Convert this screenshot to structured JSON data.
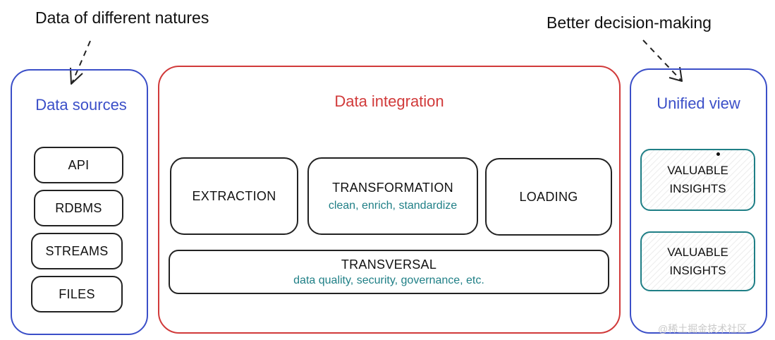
{
  "captions": {
    "left": "Data of different natures",
    "right": "Better decision-making"
  },
  "sources": {
    "title": "Data sources",
    "items": [
      "API",
      "RDBMS",
      "STREAMS",
      "FILES"
    ]
  },
  "integration": {
    "title": "Data integration",
    "extraction": "EXTRACTION",
    "transformation": "TRANSFORMATION",
    "transformation_sub": "clean, enrich,  standardize",
    "loading": "LOADING",
    "transversal": "TRANSVERSAL",
    "transversal_sub": "data quality, security, governance, etc."
  },
  "unified": {
    "title": "Unified view",
    "insights": [
      "VALUABLE INSIGHTS",
      "VALUABLE INSIGHTS"
    ]
  },
  "watermark": "@稀土掘金技术社区",
  "colors": {
    "blue": "#3b4fc8",
    "red": "#d13a3a",
    "teal": "#1f7f86"
  }
}
